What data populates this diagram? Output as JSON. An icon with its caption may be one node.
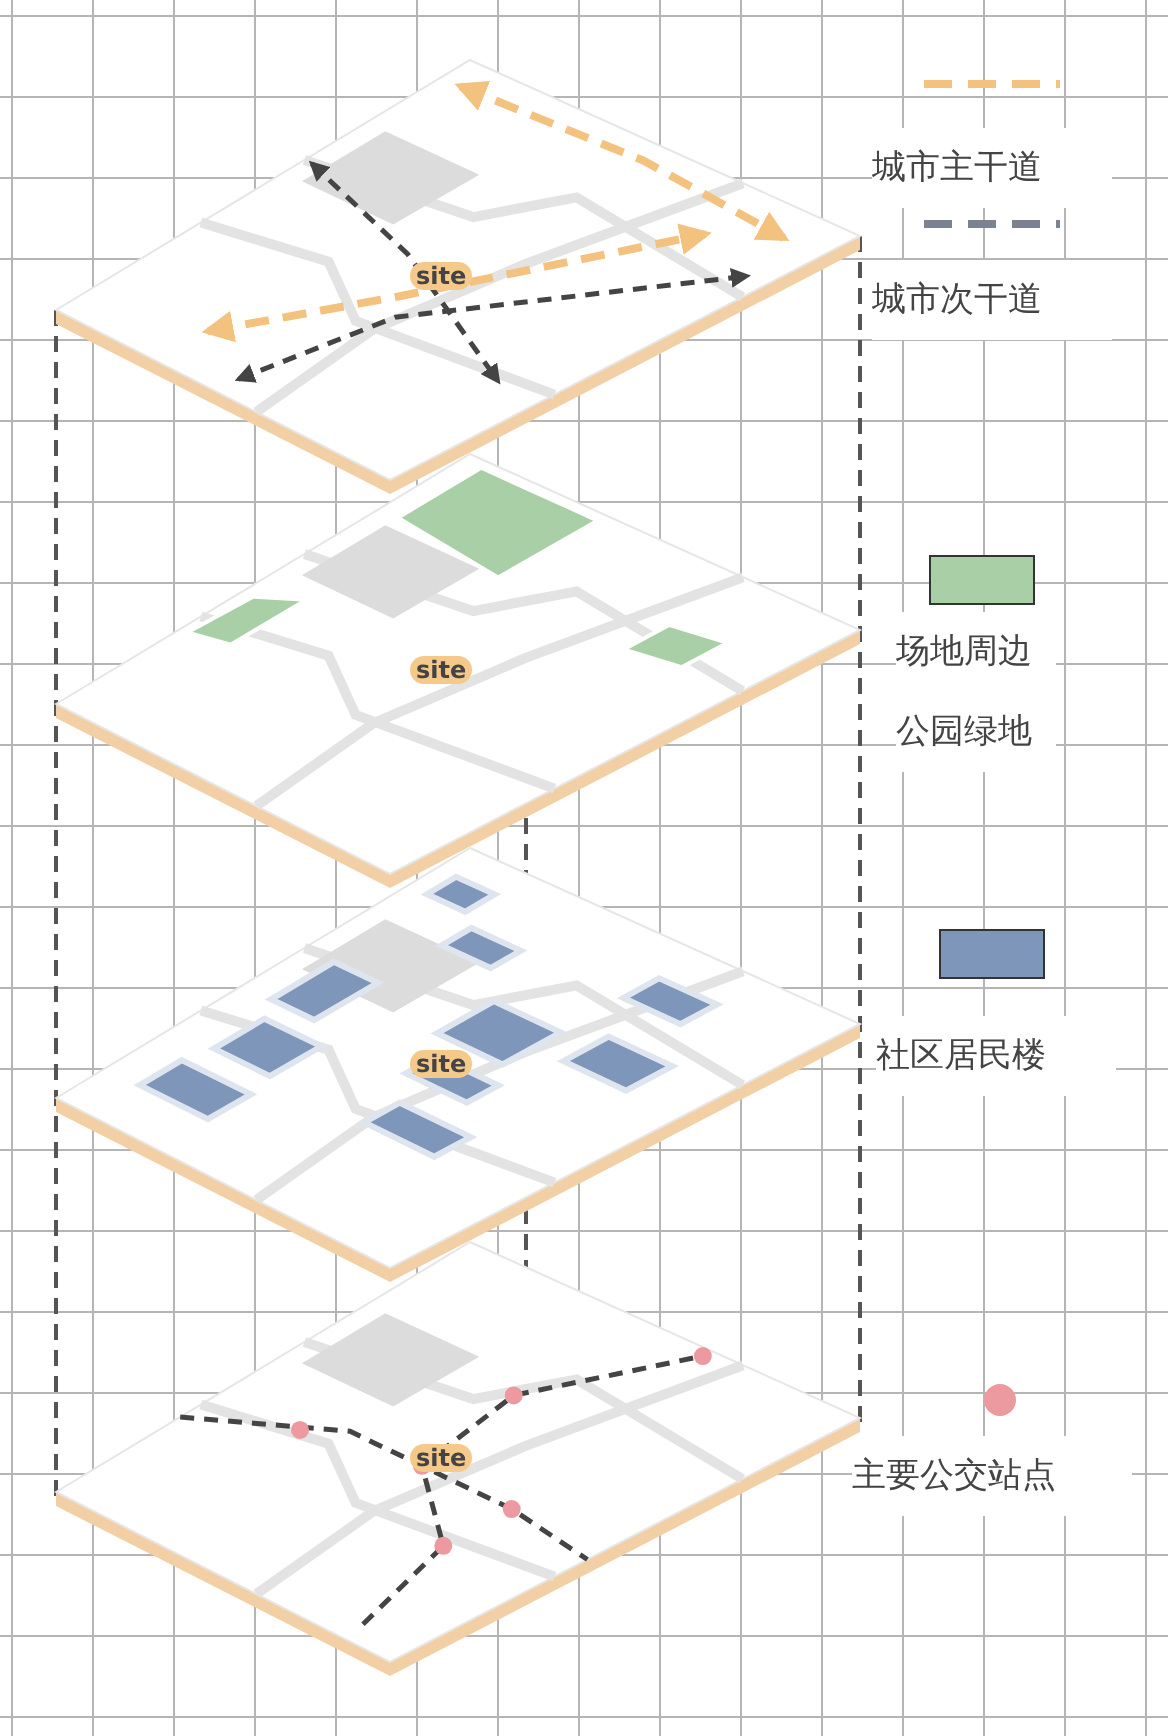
{
  "diagram": {
    "labels": [
      "site",
      "site",
      "site",
      "site"
    ],
    "legend": [
      {
        "text": "城市主干道"
      },
      {
        "text": "城市次干道"
      },
      {
        "text": "场地周边公园绿地",
        "color": "#a9cfa6"
      },
      {
        "text": "社区居民楼",
        "color": "#7d96b9"
      },
      {
        "text": "主要公交站点"
      }
    ]
  }
}
